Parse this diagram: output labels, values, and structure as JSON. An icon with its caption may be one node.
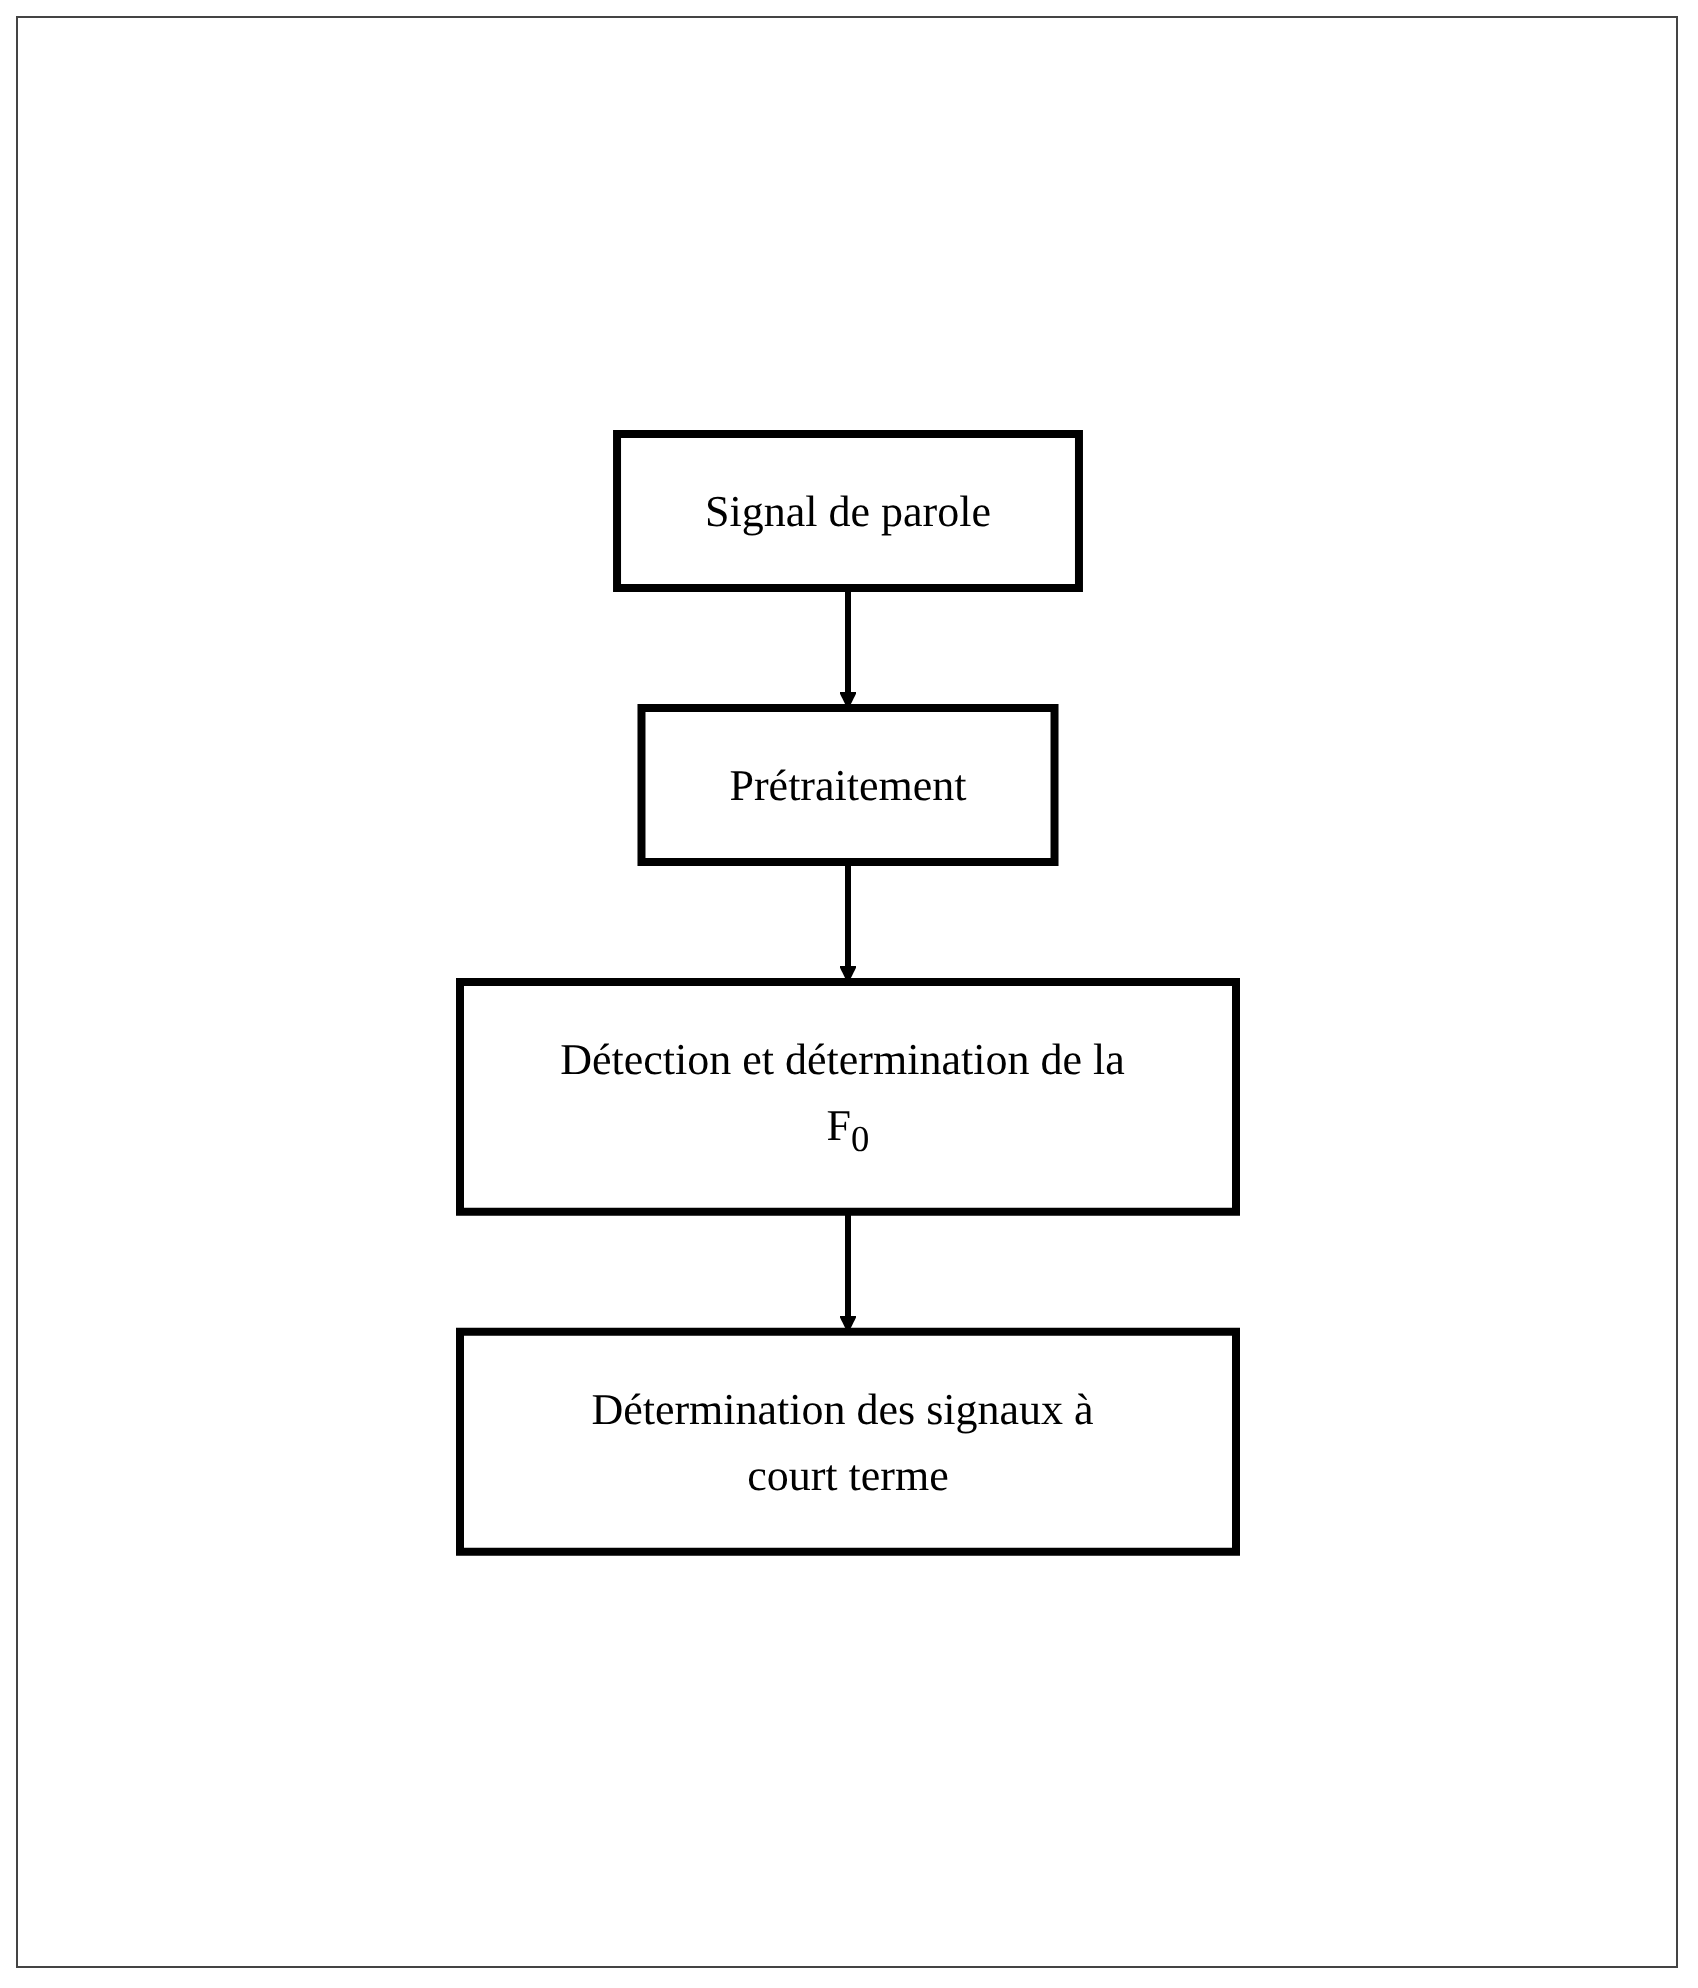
{
  "diagram": {
    "nodes": [
      {
        "text": [
          "Signal de parole"
        ]
      },
      {
        "text": [
          "Prétraitement"
        ]
      },
      {
        "text": [
          "Détection et détermination de la F$_{0}$"
        ]
      },
      {
        "text": [
          "Détermination des signaux à court terme"
        ]
      }
    ],
    "edges": [
      {
        "from": 0,
        "to": 1,
        "arrow": "to"
      },
      {
        "from": 1,
        "to": 2,
        "arrow": "to"
      },
      {
        "from": 2,
        "to": 3,
        "arrow": "to"
      }
    ]
  }
}
